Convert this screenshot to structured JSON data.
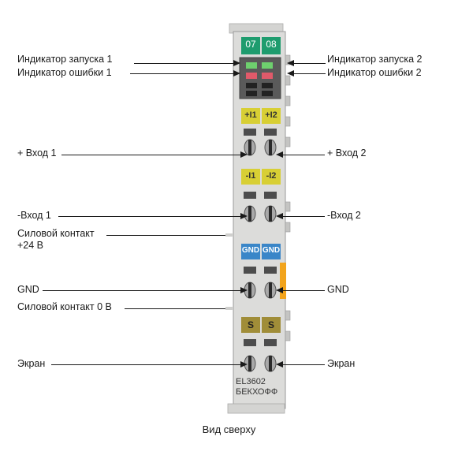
{
  "device": {
    "model": "EL3602",
    "brand": "БЕКХОФФ",
    "channel_tabs": [
      "07",
      "08"
    ],
    "terminals": {
      "plus_in": [
        "+I1",
        "+I2"
      ],
      "minus_in": [
        "-I1",
        "-I2"
      ],
      "gnd": [
        "GND",
        "GND"
      ],
      "shield": [
        "S",
        "S"
      ]
    },
    "colors": {
      "housing": "#d9d9d7",
      "tab_green": "#1e9c6e",
      "label_yellow": "#d8cf34",
      "label_blue": "#3a86c8",
      "label_olive": "#a08d38",
      "orange_strip": "#f2a41c"
    }
  },
  "labels": {
    "left": [
      "Индикатор запуска 1",
      "Индикатор ошибки 1",
      "+ Вход 1",
      "-Вход 1",
      "Силовой контакт",
      "+24 В",
      "GND",
      "Силовой контакт 0 В",
      "Экран"
    ],
    "right": [
      "Индикатор запуска 2",
      "Индикатор ошибки 2",
      "+ Вход 2",
      "-Вход 2",
      "GND",
      "Экран"
    ]
  },
  "caption": "Вид сверху"
}
